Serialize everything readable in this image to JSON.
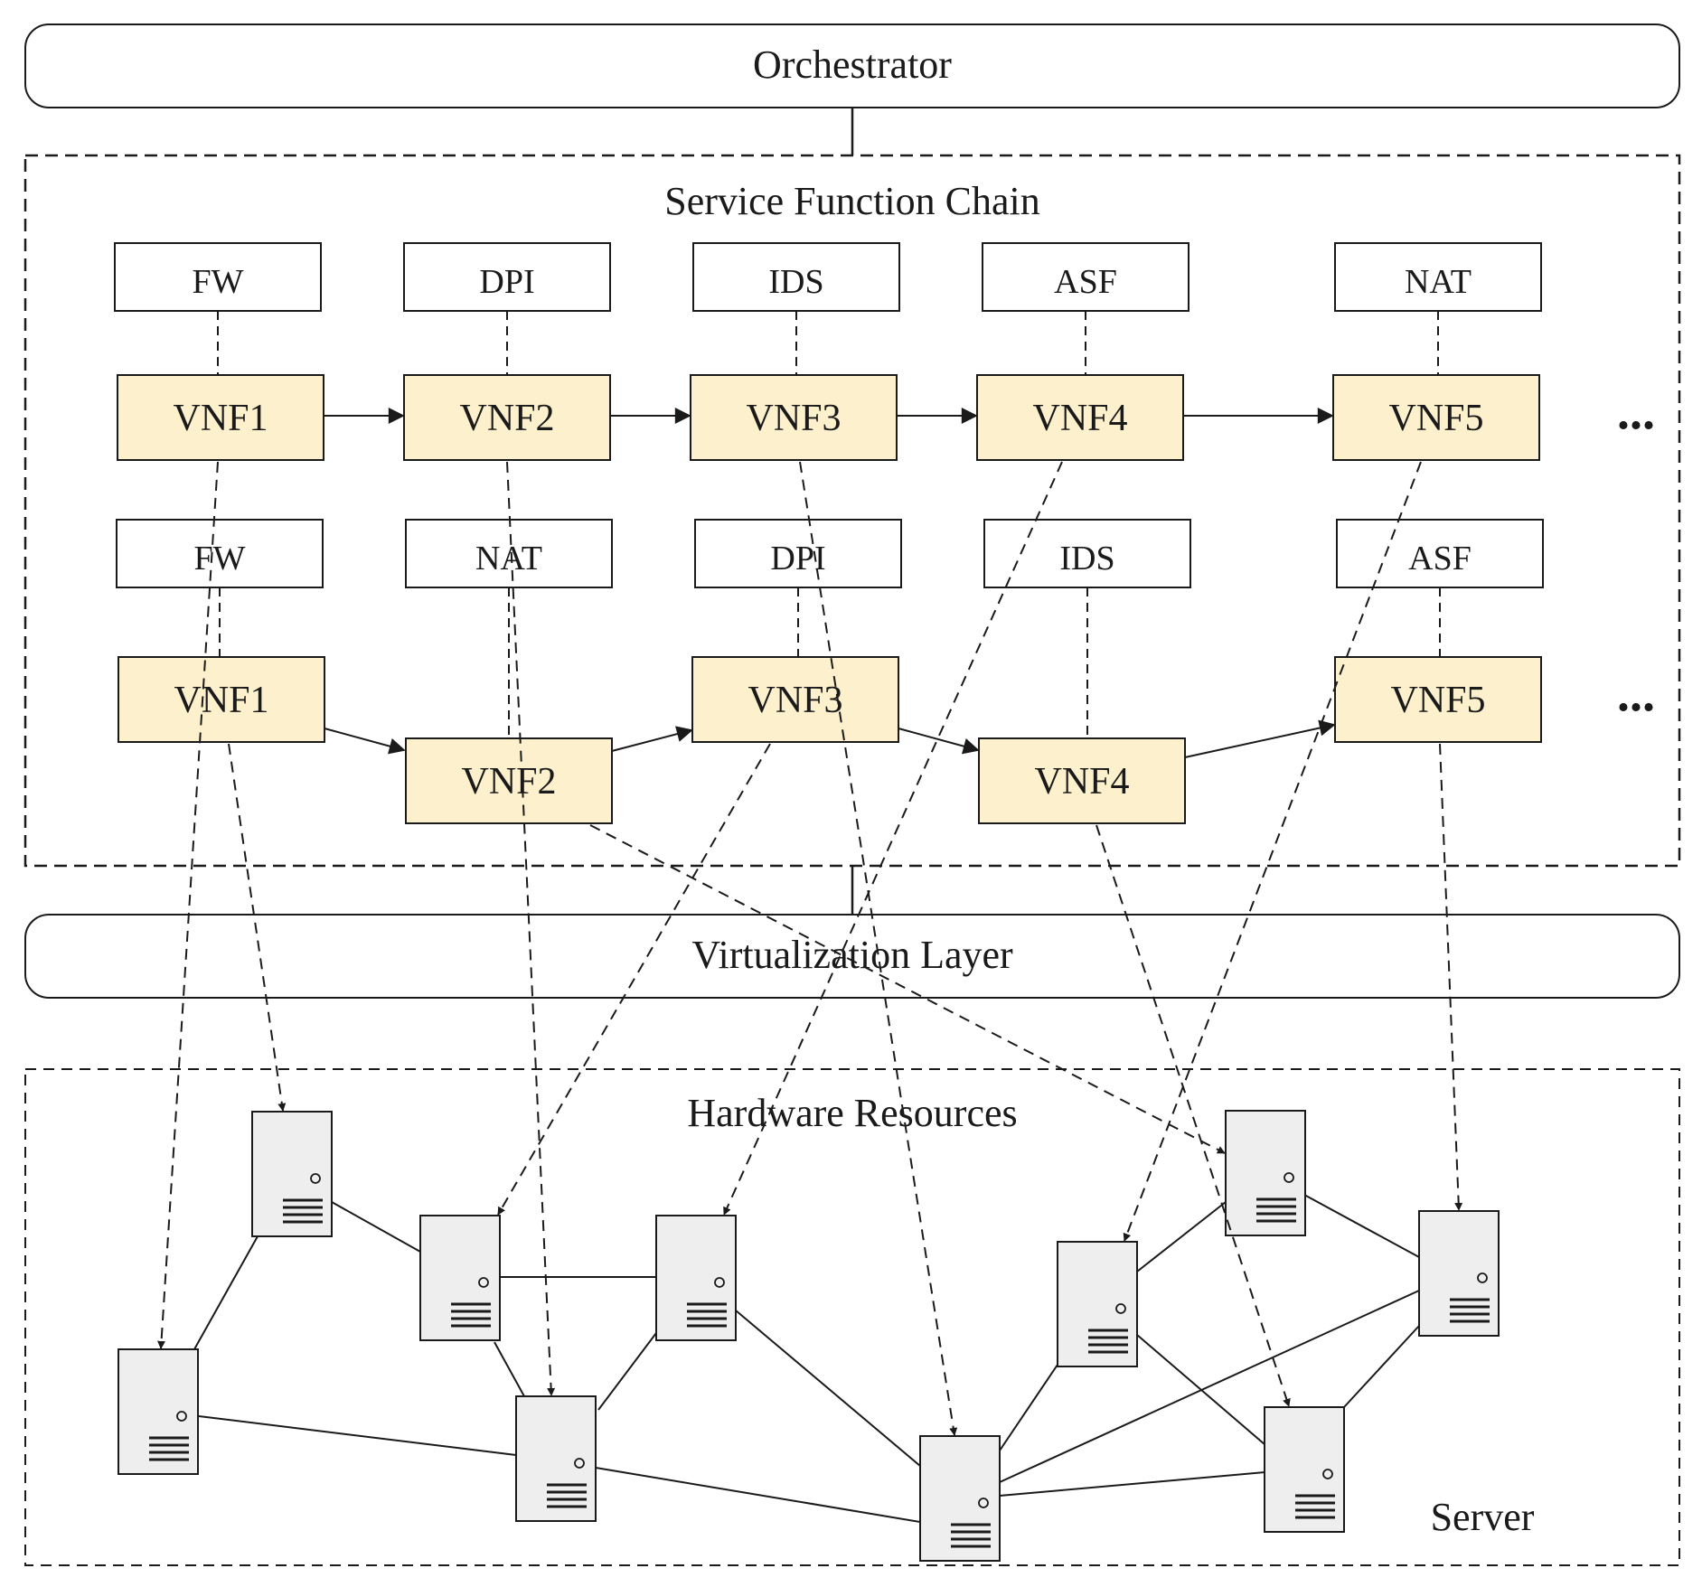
{
  "orchestrator_label": "Orchestrator",
  "sfc_label": "Service Function Chain",
  "virtualization_label": "Virtualization Layer",
  "hardware_label": "Hardware Resources",
  "server_label": "Server",
  "ellipsis": "...",
  "chain1": {
    "functions": [
      "FW",
      "DPI",
      "IDS",
      "ASF",
      "NAT"
    ],
    "vnfs": [
      "VNF1",
      "VNF2",
      "VNF3",
      "VNF4",
      "VNF5"
    ]
  },
  "chain2": {
    "functions": [
      "FW",
      "NAT",
      "DPI",
      "IDS",
      "ASF"
    ],
    "vnfs": [
      "VNF1",
      "VNF2",
      "VNF3",
      "VNF4",
      "VNF5"
    ]
  },
  "colors": {
    "vnf_fill": "#fdf0cc",
    "server_fill": "#eeeeee",
    "stroke": "#1a1a1a"
  }
}
